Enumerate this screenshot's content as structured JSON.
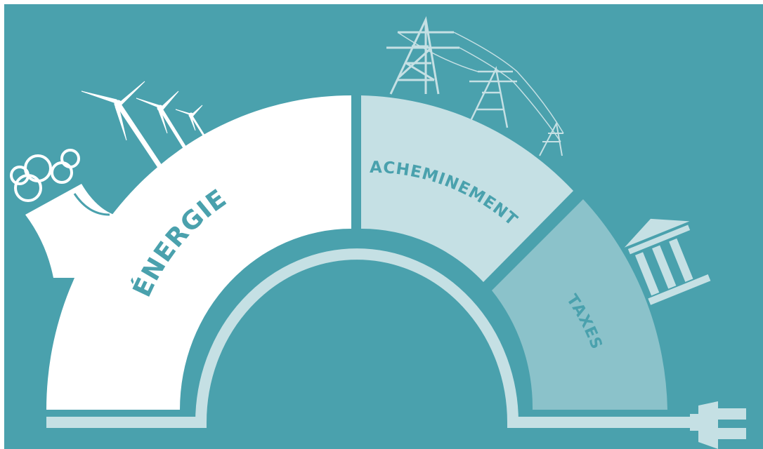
{
  "diagram": {
    "segments": [
      {
        "id": "energie",
        "label": "ÉNERGIE",
        "color": "#ffffff"
      },
      {
        "id": "acheminement",
        "label": "ACHEMINEMENT",
        "color": "#c5e0e4"
      },
      {
        "id": "taxes",
        "label": "TAXES",
        "color": "#8bc2ca"
      }
    ],
    "colors": {
      "background": "#4aa1ad",
      "cable": "#c5e0e4",
      "label_text": "#4aa1ad"
    },
    "icons": [
      "wind-turbine-icon",
      "power-plant-icon",
      "power-pylon-icon",
      "government-building-icon",
      "power-plug-icon"
    ]
  }
}
